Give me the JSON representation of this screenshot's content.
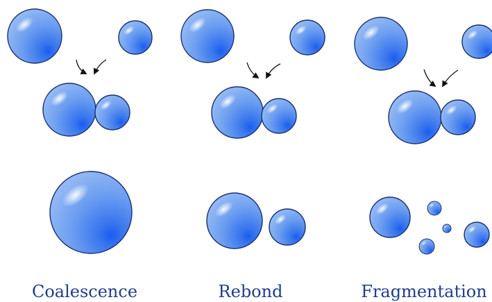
{
  "panels": [
    {
      "caption": "Coalescence"
    },
    {
      "caption": "Rebond"
    },
    {
      "caption": "Fragmentation"
    }
  ],
  "colors": {
    "drop_fill_dark": "#1a5cf0",
    "drop_fill_mid": "#5e94ee",
    "drop_fill_light": "#a8c8f7",
    "drop_outline": "#1a2f6e",
    "arrow": "#111111",
    "caption_text": "#1f3d8c"
  },
  "icons": {
    "drop": "droplet-icon",
    "arrow": "curved-arrow-icon"
  }
}
